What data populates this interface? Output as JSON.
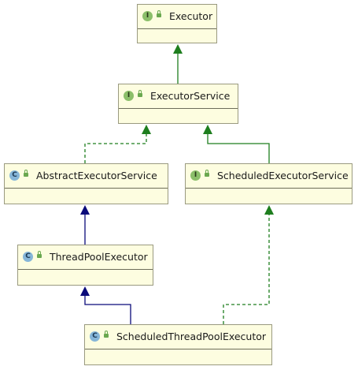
{
  "diagram": {
    "nodes": [
      {
        "id": "executor",
        "kind": "I",
        "name": "Executor"
      },
      {
        "id": "executor-service",
        "kind": "I",
        "name": "ExecutorService"
      },
      {
        "id": "abstract-executor-service",
        "kind": "C",
        "name": "AbstractExecutorService"
      },
      {
        "id": "scheduled-executor-service",
        "kind": "I",
        "name": "ScheduledExecutorService"
      },
      {
        "id": "thread-pool-executor",
        "kind": "C",
        "name": "ThreadPoolExecutor"
      },
      {
        "id": "scheduled-thread-pool-executor",
        "kind": "C",
        "name": "ScheduledThreadPoolExecutor"
      }
    ],
    "edges": [
      {
        "from": "executor-service",
        "to": "executor",
        "type": "interface-extends"
      },
      {
        "from": "abstract-executor-service",
        "to": "executor-service",
        "type": "implements"
      },
      {
        "from": "scheduled-executor-service",
        "to": "executor-service",
        "type": "interface-extends"
      },
      {
        "from": "thread-pool-executor",
        "to": "abstract-executor-service",
        "type": "extends"
      },
      {
        "from": "scheduled-thread-pool-executor",
        "to": "thread-pool-executor",
        "type": "extends"
      },
      {
        "from": "scheduled-thread-pool-executor",
        "to": "scheduled-executor-service",
        "type": "implements"
      }
    ],
    "colors": {
      "node_fill": "#fdfde0",
      "node_border": "#9a9a80",
      "interface_edge": "#1e7e1e",
      "class_edge": "#0a0a7a",
      "interface_badge": "#8bbf6a",
      "class_badge": "#86b6d8"
    }
  }
}
